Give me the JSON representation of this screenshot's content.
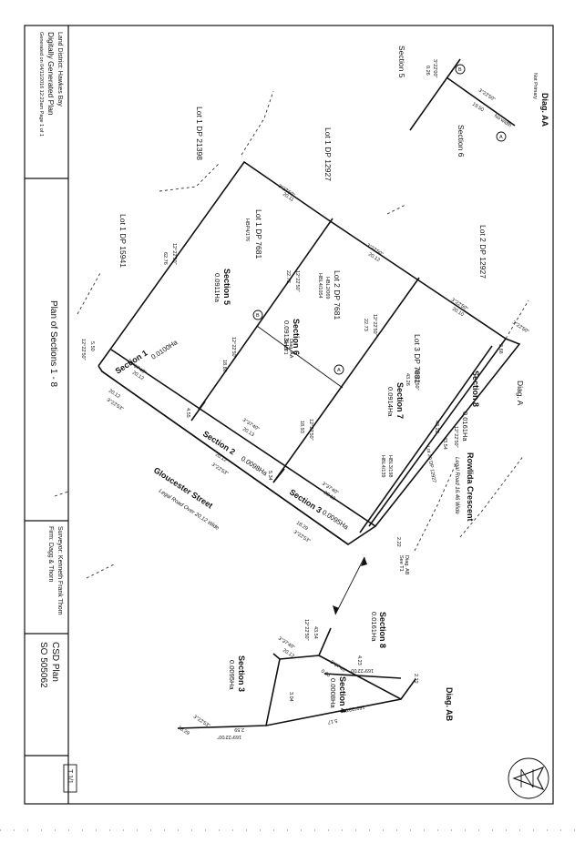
{
  "title_block": {
    "land_district": "Land District: Hawkes Bay",
    "plan_type": "Digitally Generated Plan",
    "generated": "Generated on 04/11/2016 12:23am Page 1 of 1",
    "plan_title": "Plan of Sections 1 - 8",
    "surveyor": "Surveyor: Kenneth Frank Thom",
    "firm": "Firm: Dagg & Thorn",
    "csd_plan": "CSD Plan",
    "plan_number": "SO 505062",
    "sheet": "T 1/1"
  },
  "plan": {
    "streets": {
      "gloucester": "Gloucester Street",
      "gloucester_sub": "Legal Road   Over 20.12 Wide",
      "rowlida": "Rowlida Crescent",
      "rowlida_sub": "Legal Road  16.46 Wide"
    },
    "lots": {
      "lot1_dp21398": "Lot 1 DP 21398",
      "lot1_dp12927": "Lot 1 DP 12927",
      "lot2_dp12927": "Lot 2 DP 12927",
      "lot1_dp15941": "Lot 1 DP 15941",
      "lot1_dp7681": "Lot 1 DP 7681",
      "hbp4176": "HBP4/176",
      "lot2_dp7681": "Lot 2 DP 7681",
      "hbl2069": "HBL2/069",
      "hbl41054": "HBL4/1054",
      "lot3_dp7681": "Lot 3 DP 7681",
      "lot20_dp12927": "Lot 20 DP 12927",
      "hbl3198": "HBL3/198",
      "hbl4139": "HBL4/139"
    },
    "sections": {
      "s1": "Section 1",
      "s1_area": "0.0100Ha",
      "s2": "Section 2",
      "s2_area": "0.0098Ha",
      "s3": "Section 3",
      "s3_area": "0.0095Ha",
      "s4": "Section 4",
      "s4_area": "0.0008Ha",
      "s5": "Section 5",
      "s5_area": "0.0911Ha",
      "s6": "Section 6",
      "s6_area": "0.0913Ha",
      "s7": "Section 7",
      "s7_area": "0.0914Ha",
      "s8": "Section 8",
      "s8_area": "0.0161Ha"
    },
    "diagrams": {
      "diag_a": "Diag. A",
      "diag_aa": "Diag. AA",
      "not_primary": "Not Primary",
      "diag_ab": "Diag. AB",
      "diag_aa_see": "Diag. AA",
      "diag_ab_see": "Diag. AB",
      "see_t1": "See T1",
      "marker_a": "A",
      "marker_b": "B",
      "no_width": "No width"
    },
    "dims": {
      "d20_12": "20.12",
      "d20_11": "20.11",
      "d20_10": "20.10",
      "d20_13": "20.13",
      "d5_50": "5.50",
      "d19_50": "19.50",
      "d0_26": "0.26",
      "d4_55": "4.55",
      "d5_34": "5.34",
      "d3_66": "3.66",
      "d43_22": "43.22",
      "d43_54": "43.54",
      "d18_29": "18.29",
      "d2_22": "2.22",
      "d5_92": "5.92",
      "d2_59": "2.59",
      "d5_17": "5.17",
      "d0_66": "0.66",
      "d4_23": "4.23",
      "d3_04": "3.04",
      "d18_80": "18.80",
      "d18_93": "18.93",
      "d22_73": "22.73",
      "d43_26": "43.26",
      "d0_50": "0.50",
      "d62_76": "62.76",
      "d20_12b": "20.12"
    },
    "bearings": {
      "b1": "3°22'50\"",
      "b2": "3°37'40\"",
      "b3": "3°22'53\"",
      "b4": "12°22'50\"",
      "b5": "169°22'00\"",
      "b6": "3°22'00\"",
      "b7": "3°22'10\"",
      "b8": "12°22'50\"",
      "b9": "3°22'50\"",
      "b10": "3°37'40\"",
      "b11": "3°22'53\""
    }
  },
  "colors": {
    "ink": "#111111",
    "paper": "#ffffff"
  },
  "icons": {
    "north_arrow": "north-arrow-icon"
  }
}
